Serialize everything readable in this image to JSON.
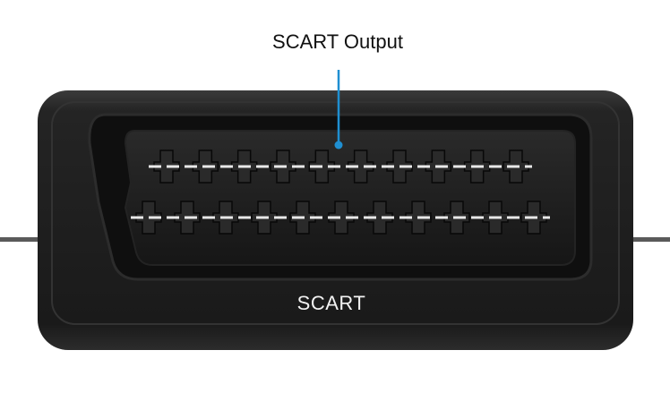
{
  "callout": {
    "label": "SCART Output"
  },
  "device": {
    "label": "SCART",
    "top_row_pins": 10,
    "bottom_row_pins": 11
  },
  "colors": {
    "housing": "#1c1c1c",
    "connector_face": "#121212",
    "pin": "#2a2a2a",
    "contact_strip": "#e8e8e8",
    "callout_line": "#1f8fd1"
  }
}
